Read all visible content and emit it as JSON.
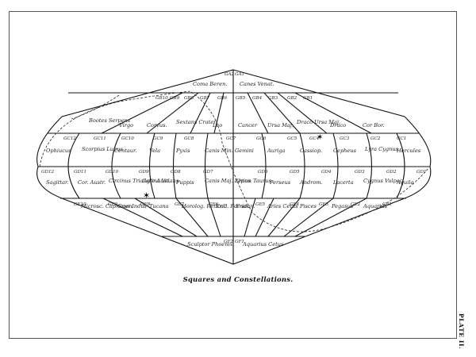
{
  "plate": {
    "label": "PLATE II."
  },
  "caption": "Squares and Constellations.",
  "rows": {
    "A": {
      "squares": [
        "GA2",
        "GA1"
      ],
      "constellations": [
        "Coma Beren.",
        "Canes Venat."
      ]
    },
    "B": {
      "squares": [
        "GB10",
        "GB9",
        "GB8",
        "GB7",
        "GB6",
        "GB5",
        "GB4",
        "GB3",
        "GB2",
        "GB1"
      ],
      "constellations": [
        "Bootes Serpens",
        "Virgo",
        "Corvus.",
        "Sextans Crater",
        "Leo",
        "Cancer",
        "Ursa Maj.",
        "Draco Ursa Maj.",
        "Draco",
        "Cor Bor."
      ]
    },
    "C": {
      "squares": [
        "GC12",
        "GC11",
        "GC10",
        "GC9",
        "GC8",
        "GC7",
        "GC6",
        "GC5",
        "GC4",
        "GC3",
        "GC2",
        "GC1"
      ],
      "constellations": [
        "Ophiucus",
        "Scorpius Lupus",
        "Centaur.",
        "Vela",
        "Pyxis",
        "Canis Min.",
        "Gemini",
        "Auriga",
        "Cassiop.",
        "Cepheus",
        "Lyra Cygnus",
        "Hercules"
      ]
    },
    "D": {
      "squares": [
        "GD12",
        "GD11",
        "GD10",
        "GD9",
        "GD8",
        "GD7",
        "GD6",
        "GD5",
        "GD4",
        "GD3",
        "GD2",
        "GD1"
      ],
      "constellations": [
        "Sagittar.",
        "Cor. Austr.",
        "Circinus Triangle Aust.",
        "Carina Volans",
        "Puppis",
        "Canis Maj. Lepus",
        "Orion Taurus.",
        "Perseus",
        "Androm.",
        "Lacerta",
        "Cygnus Vulpec.",
        "Aquila"
      ]
    },
    "E": {
      "squares": [
        "GE10",
        "GE9",
        "GE8",
        "GE7",
        "GE6",
        "GE5",
        "GE4",
        "GE3",
        "GE2",
        "GE1"
      ],
      "constellations": [
        "Microsc. Capricorn.",
        "Grus Indus",
        "Tucana",
        "Horolog. Reticul.",
        "Erid. Fornax",
        "Eridan.",
        "Aries Cetus",
        "Pisces",
        "Pegasus",
        "Aquarius"
      ]
    },
    "F": {
      "squares": [
        "GF2",
        "GF1"
      ],
      "constellations": [
        "Sculptor Phoenix",
        "Aquarius Cetus"
      ]
    }
  }
}
